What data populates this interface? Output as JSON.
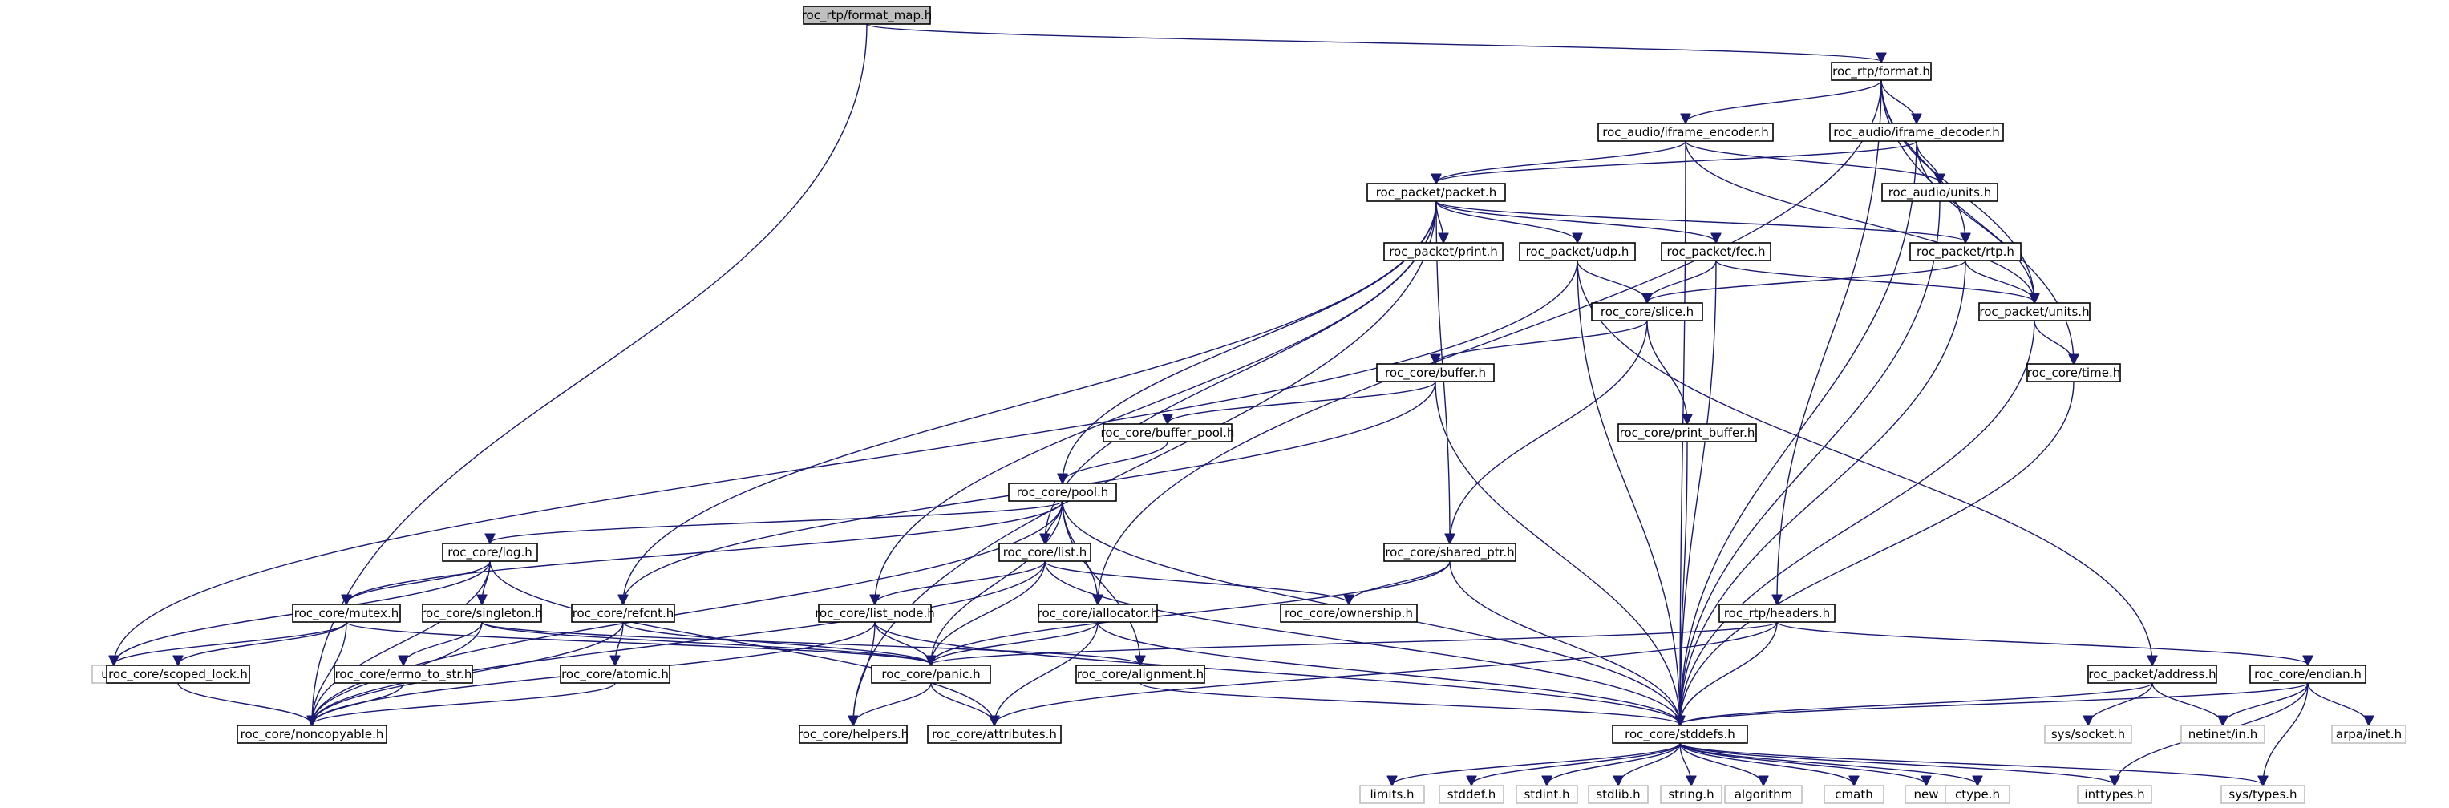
{
  "root": "roc_rtp/format_map.h",
  "nodes": [
    {
      "id": "format_map",
      "label": "roc_rtp/format_map.h"
    },
    {
      "id": "format",
      "label": "roc_rtp/format.h"
    },
    {
      "id": "iframe_encoder",
      "label": "roc_audio/iframe_encoder.h"
    },
    {
      "id": "iframe_decoder",
      "label": "roc_audio/iframe_decoder.h"
    },
    {
      "id": "packet",
      "label": "roc_packet/packet.h"
    },
    {
      "id": "audio_units",
      "label": "roc_audio/units.h"
    },
    {
      "id": "print",
      "label": "roc_packet/print.h"
    },
    {
      "id": "udp",
      "label": "roc_packet/udp.h"
    },
    {
      "id": "fec",
      "label": "roc_packet/fec.h"
    },
    {
      "id": "rtp",
      "label": "roc_packet/rtp.h"
    },
    {
      "id": "slice",
      "label": "roc_core/slice.h"
    },
    {
      "id": "packet_units",
      "label": "roc_packet/units.h"
    },
    {
      "id": "buffer",
      "label": "roc_core/buffer.h"
    },
    {
      "id": "time",
      "label": "roc_core/time.h"
    },
    {
      "id": "buffer_pool",
      "label": "roc_core/buffer_pool.h"
    },
    {
      "id": "print_buffer",
      "label": "roc_core/print_buffer.h"
    },
    {
      "id": "pool",
      "label": "roc_core/pool.h"
    },
    {
      "id": "log",
      "label": "roc_core/log.h"
    },
    {
      "id": "list",
      "label": "roc_core/list.h"
    },
    {
      "id": "shared_ptr",
      "label": "roc_core/shared_ptr.h"
    },
    {
      "id": "mutex",
      "label": "roc_core/mutex.h"
    },
    {
      "id": "singleton",
      "label": "roc_core/singleton.h"
    },
    {
      "id": "refcnt",
      "label": "roc_core/refcnt.h"
    },
    {
      "id": "list_node",
      "label": "roc_core/list_node.h"
    },
    {
      "id": "allocator",
      "label": "roc_core/iallocator.h"
    },
    {
      "id": "ownership",
      "label": "roc_core/ownership.h"
    },
    {
      "id": "headers",
      "label": "roc_rtp/headers.h"
    },
    {
      "id": "uv",
      "label": "uv.h",
      "system": true
    },
    {
      "id": "scoped_lock",
      "label": "roc_core/scoped_lock.h"
    },
    {
      "id": "errno_to_str",
      "label": "roc_core/errno_to_str.h"
    },
    {
      "id": "atomic",
      "label": "roc_core/atomic.h"
    },
    {
      "id": "panic",
      "label": "roc_core/panic.h"
    },
    {
      "id": "alignment",
      "label": "roc_core/alignment.h"
    },
    {
      "id": "address",
      "label": "roc_packet/address.h"
    },
    {
      "id": "endian",
      "label": "roc_core/endian.h"
    },
    {
      "id": "noncopyable",
      "label": "roc_core/noncopyable.h"
    },
    {
      "id": "helpers",
      "label": "roc_core/helpers.h"
    },
    {
      "id": "attributes",
      "label": "roc_core/attributes.h"
    },
    {
      "id": "stddefs",
      "label": "roc_core/stddefs.h"
    },
    {
      "id": "sys_socket",
      "label": "sys/socket.h",
      "system": true
    },
    {
      "id": "netinet_in",
      "label": "netinet/in.h",
      "system": true
    },
    {
      "id": "arpa_inet",
      "label": "arpa/inet.h",
      "system": true
    },
    {
      "id": "limits",
      "label": "limits.h",
      "system": true
    },
    {
      "id": "stddef",
      "label": "stddef.h",
      "system": true
    },
    {
      "id": "stdint",
      "label": "stdint.h",
      "system": true
    },
    {
      "id": "stdlib",
      "label": "stdlib.h",
      "system": true
    },
    {
      "id": "string",
      "label": "string.h",
      "system": true
    },
    {
      "id": "algorithm",
      "label": "algorithm",
      "system": true
    },
    {
      "id": "cmath",
      "label": "cmath",
      "system": true
    },
    {
      "id": "new",
      "label": "new",
      "system": true
    },
    {
      "id": "ctype",
      "label": "ctype.h",
      "system": true
    },
    {
      "id": "inttypes",
      "label": "inttypes.h",
      "system": true
    },
    {
      "id": "sys_types",
      "label": "sys/types.h",
      "system": true
    }
  ],
  "edges": [
    [
      "format_map",
      "format"
    ],
    [
      "format_map",
      "noncopyable"
    ],
    [
      "format",
      "iframe_encoder"
    ],
    [
      "format",
      "iframe_decoder"
    ],
    [
      "format",
      "rtp"
    ],
    [
      "format",
      "packet_units"
    ],
    [
      "format",
      "time"
    ],
    [
      "format",
      "headers"
    ],
    [
      "format",
      "allocator"
    ],
    [
      "iframe_encoder",
      "packet"
    ],
    [
      "iframe_encoder",
      "audio_units"
    ],
    [
      "iframe_encoder",
      "packet_units"
    ],
    [
      "iframe_encoder",
      "stddefs"
    ],
    [
      "iframe_decoder",
      "packet"
    ],
    [
      "iframe_decoder",
      "audio_units"
    ],
    [
      "iframe_decoder",
      "packet_units"
    ],
    [
      "iframe_decoder",
      "stddefs"
    ],
    [
      "packet",
      "print"
    ],
    [
      "packet",
      "udp"
    ],
    [
      "packet",
      "fec"
    ],
    [
      "packet",
      "rtp"
    ],
    [
      "packet",
      "pool"
    ],
    [
      "packet",
      "list"
    ],
    [
      "packet",
      "list_node"
    ],
    [
      "packet",
      "refcnt"
    ],
    [
      "packet",
      "shared_ptr"
    ],
    [
      "packet",
      "helpers"
    ],
    [
      "audio_units",
      "stddefs"
    ],
    [
      "udp",
      "slice"
    ],
    [
      "udp",
      "address"
    ],
    [
      "udp",
      "uv"
    ],
    [
      "udp",
      "stddefs"
    ],
    [
      "fec",
      "slice"
    ],
    [
      "fec",
      "packet_units"
    ],
    [
      "fec",
      "stddefs"
    ],
    [
      "rtp",
      "slice"
    ],
    [
      "rtp",
      "packet_units"
    ],
    [
      "rtp",
      "stddefs"
    ],
    [
      "slice",
      "buffer"
    ],
    [
      "slice",
      "print_buffer"
    ],
    [
      "slice",
      "shared_ptr"
    ],
    [
      "packet_units",
      "time"
    ],
    [
      "packet_units",
      "stddefs"
    ],
    [
      "buffer",
      "buffer_pool"
    ],
    [
      "buffer",
      "refcnt"
    ],
    [
      "buffer",
      "stddefs"
    ],
    [
      "time",
      "stddefs"
    ],
    [
      "buffer_pool",
      "pool"
    ],
    [
      "print_buffer",
      "stddefs"
    ],
    [
      "pool",
      "log"
    ],
    [
      "pool",
      "list"
    ],
    [
      "pool",
      "allocator"
    ],
    [
      "pool",
      "alignment"
    ],
    [
      "pool",
      "mutex"
    ],
    [
      "pool",
      "panic"
    ],
    [
      "pool",
      "noncopyable"
    ],
    [
      "pool",
      "stddefs"
    ],
    [
      "log",
      "mutex"
    ],
    [
      "log",
      "singleton"
    ],
    [
      "log",
      "uv"
    ],
    [
      "log",
      "noncopyable"
    ],
    [
      "log",
      "attributes"
    ],
    [
      "list",
      "list_node"
    ],
    [
      "list",
      "ownership"
    ],
    [
      "list",
      "panic"
    ],
    [
      "list",
      "noncopyable"
    ],
    [
      "list",
      "stddefs"
    ],
    [
      "shared_ptr",
      "ownership"
    ],
    [
      "shared_ptr",
      "panic"
    ],
    [
      "shared_ptr",
      "stddefs"
    ],
    [
      "mutex",
      "scoped_lock"
    ],
    [
      "mutex",
      "panic"
    ],
    [
      "mutex",
      "noncopyable"
    ],
    [
      "mutex",
      "uv"
    ],
    [
      "singleton",
      "errno_to_str"
    ],
    [
      "singleton",
      "panic"
    ],
    [
      "singleton",
      "noncopyable"
    ],
    [
      "singleton",
      "alignment"
    ],
    [
      "refcnt",
      "atomic"
    ],
    [
      "refcnt",
      "panic"
    ],
    [
      "refcnt",
      "noncopyable"
    ],
    [
      "list_node",
      "panic"
    ],
    [
      "list_node",
      "helpers"
    ],
    [
      "list_node",
      "noncopyable"
    ],
    [
      "list_node",
      "stddefs"
    ],
    [
      "allocator",
      "panic"
    ],
    [
      "allocator",
      "attributes"
    ],
    [
      "allocator",
      "stddefs"
    ],
    [
      "headers",
      "endian"
    ],
    [
      "headers",
      "panic"
    ],
    [
      "headers",
      "stddefs"
    ],
    [
      "headers",
      "attributes"
    ],
    [
      "scoped_lock",
      "noncopyable"
    ],
    [
      "errno_to_str",
      "noncopyable"
    ],
    [
      "atomic",
      "noncopyable"
    ],
    [
      "panic",
      "helpers"
    ],
    [
      "panic",
      "attributes"
    ],
    [
      "alignment",
      "stddefs"
    ],
    [
      "address",
      "stddefs"
    ],
    [
      "address",
      "sys_socket"
    ],
    [
      "address",
      "netinet_in"
    ],
    [
      "endian",
      "stddefs"
    ],
    [
      "endian",
      "netinet_in"
    ],
    [
      "endian",
      "arpa_inet"
    ],
    [
      "endian",
      "inttypes"
    ],
    [
      "endian",
      "sys_types"
    ],
    [
      "stddefs",
      "limits"
    ],
    [
      "stddefs",
      "stddef"
    ],
    [
      "stddefs",
      "stdint"
    ],
    [
      "stddefs",
      "stdlib"
    ],
    [
      "stddefs",
      "string"
    ],
    [
      "stddefs",
      "algorithm"
    ],
    [
      "stddefs",
      "cmath"
    ],
    [
      "stddefs",
      "new"
    ],
    [
      "stddefs",
      "ctype"
    ],
    [
      "stddefs",
      "inttypes"
    ],
    [
      "stddefs",
      "sys_types"
    ]
  ]
}
